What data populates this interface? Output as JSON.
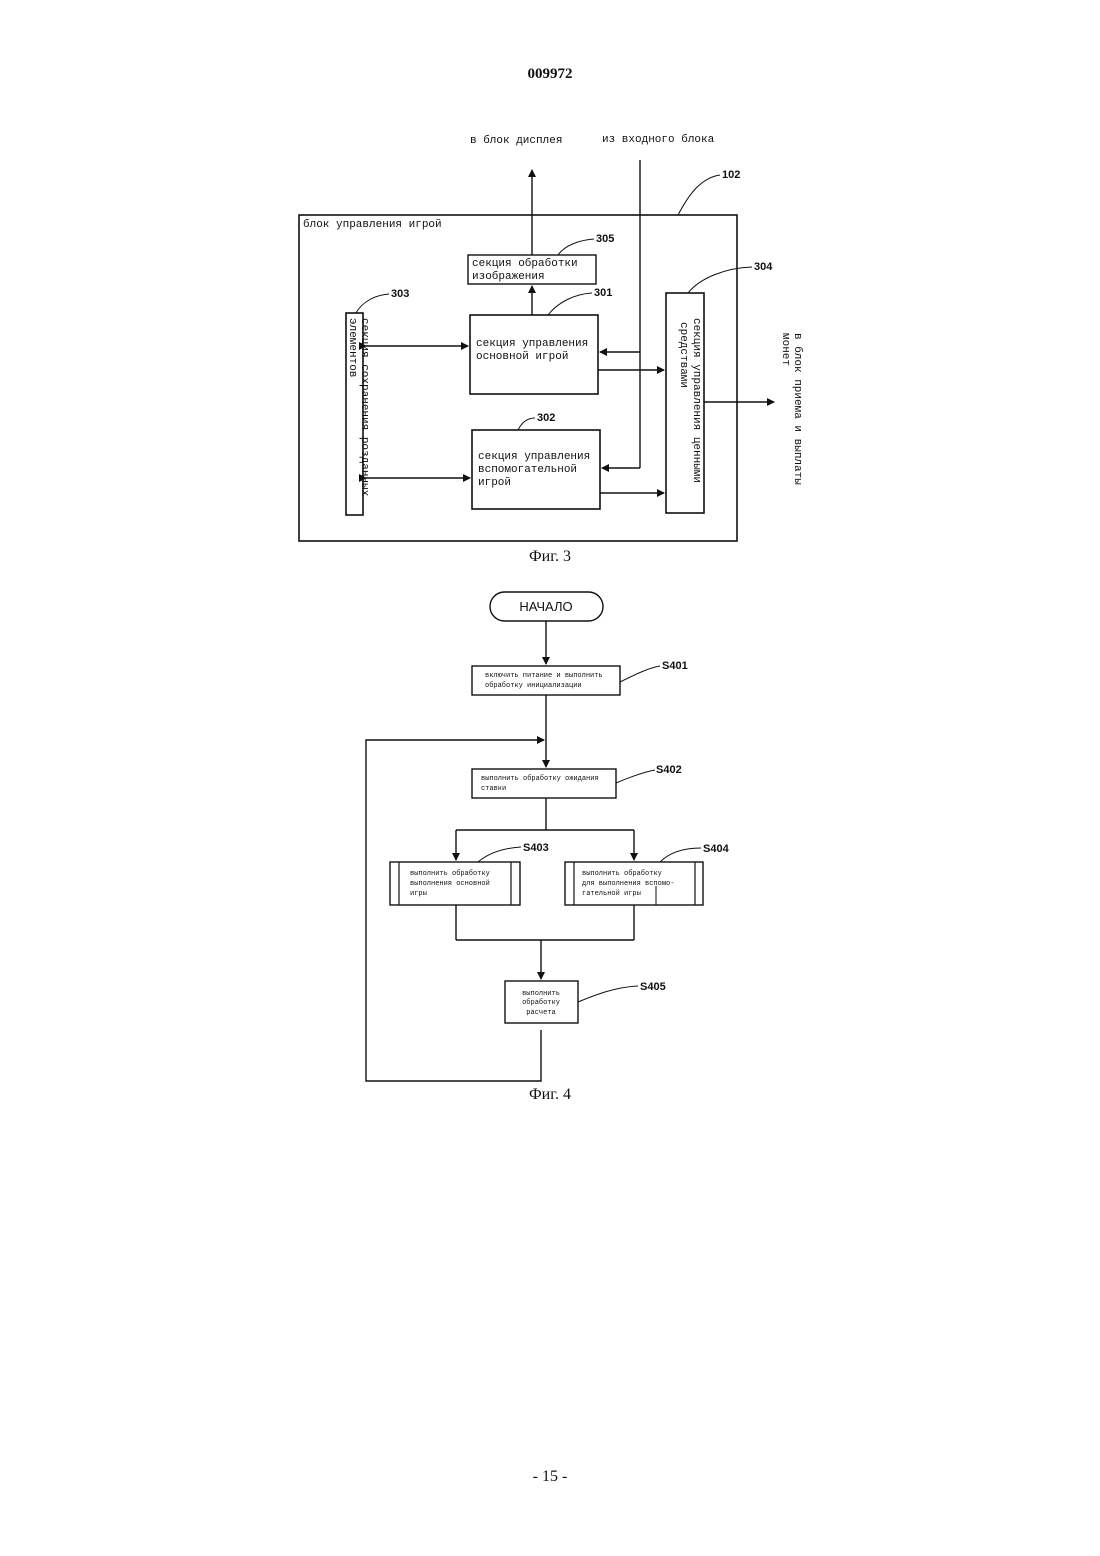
{
  "header": {
    "doc_number": "009972"
  },
  "fig3": {
    "caption": "Фиг. 3",
    "label_to_display": "в блок дисплея",
    "label_from_input": "из входного блока",
    "label_to_coin": [
      "в блок приема и выплаты",
      "монет"
    ],
    "outer_title": "блок управления игрой",
    "ref_outer": "102",
    "image_section": {
      "lines": [
        "секция обработки",
        "изображения"
      ],
      "ref": "305"
    },
    "main_game": {
      "lines": [
        "секция управления",
        "основной игрой"
      ],
      "ref": "301"
    },
    "sub_game": {
      "lines": [
        "секция управления",
        "вспомогательной",
        "игрой"
      ],
      "ref": "302"
    },
    "storage": {
      "lines": [
        "секция сохранения розданных",
        "элементов"
      ],
      "ref": "303"
    },
    "value_mgmt": {
      "lines": [
        "секция управления ценными",
        "средствами"
      ],
      "ref": "304"
    }
  },
  "fig4": {
    "caption": "Фиг. 4",
    "start": "НАЧАЛО",
    "s401": {
      "lines": [
        "включить питание и выполнить",
        "обработку инициализации"
      ],
      "ref": "S401"
    },
    "s402": {
      "lines": [
        "выполнить обработку ожидания",
        "ставки"
      ],
      "ref": "S402"
    },
    "s403": {
      "lines": [
        "выполнить обработку",
        "выполнения основной",
        "игры"
      ],
      "ref": "S403"
    },
    "s404": {
      "lines": [
        "выполнить обработку",
        "для выполнения вспомо-",
        "гательной игры"
      ],
      "ref": "S404"
    },
    "s405": {
      "lines": [
        "выполнить",
        "обработку",
        "расчета"
      ],
      "ref": "S405"
    }
  },
  "footer": {
    "page_number": "- 15 -"
  }
}
